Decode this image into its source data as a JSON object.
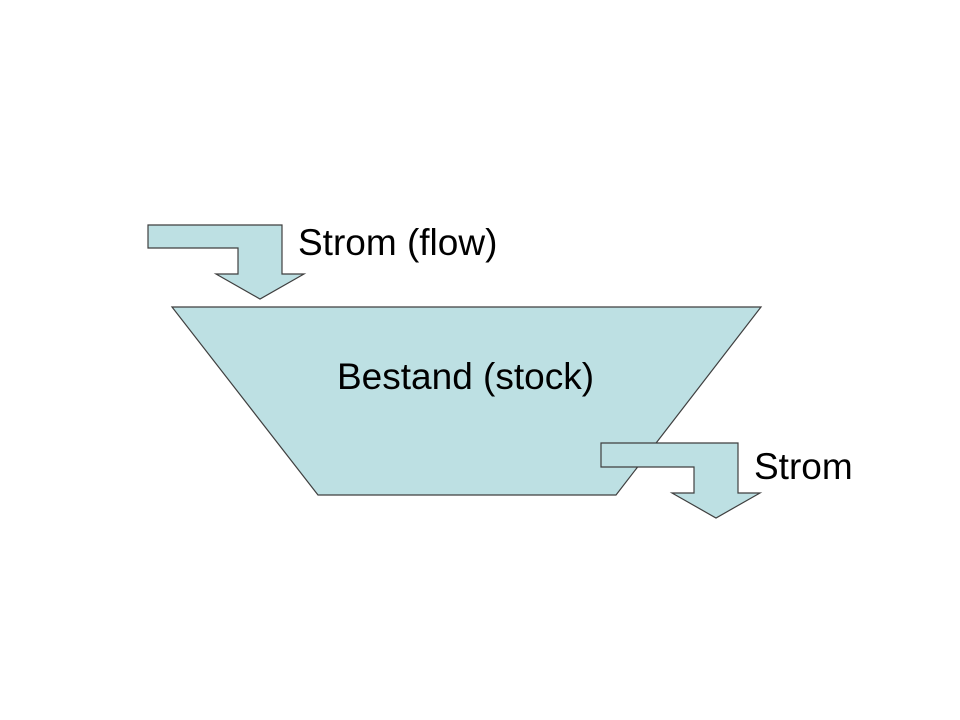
{
  "diagram": {
    "fill_color": "#bde0e3",
    "stroke_color": "#3f3f3f",
    "labels": {
      "inflow": "Strom (flow)",
      "stock": "Bestand (stock)",
      "outflow": "Strom"
    },
    "shapes": {
      "inflow": "bent-down-arrow",
      "stock": "inverted-trapezoid",
      "outflow": "bent-down-arrow"
    }
  }
}
